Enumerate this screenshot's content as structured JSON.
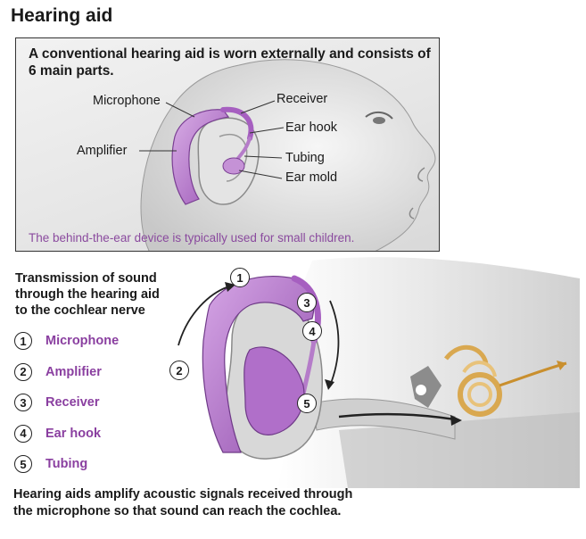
{
  "title": "Hearing aid",
  "panel": {
    "intro": "A conventional hearing aid is worn externally and consists of 6 main parts.",
    "labels": [
      "Microphone",
      "Receiver",
      "Ear hook",
      "Amplifier",
      "Tubing",
      "Ear mold"
    ],
    "caption": "The behind-the-ear device is typically used for small children."
  },
  "transmission": {
    "heading_lines": [
      "Transmission of sound",
      "through the hearing aid",
      "to the cochlear nerve"
    ],
    "steps": [
      {
        "num": "1",
        "label": "Microphone"
      },
      {
        "num": "2",
        "label": "Amplifier"
      },
      {
        "num": "3",
        "label": "Receiver"
      },
      {
        "num": "4",
        "label": "Ear hook"
      },
      {
        "num": "5",
        "label": "Tubing"
      }
    ]
  },
  "footer_lines": [
    "Hearing aids amplify acoustic signals received through",
    "the microphone so that sound can reach the cochlea."
  ],
  "colors": {
    "device": "#b57cc9",
    "device_dark": "#8a4fa3",
    "accent_text": "#8a3fa0",
    "cochlea": "#e0b060"
  },
  "icons": [
    "child-head-illustration",
    "ear-cross-section-illustration",
    "sound-path-arrow",
    "cochlear-nerve-arrow"
  ]
}
